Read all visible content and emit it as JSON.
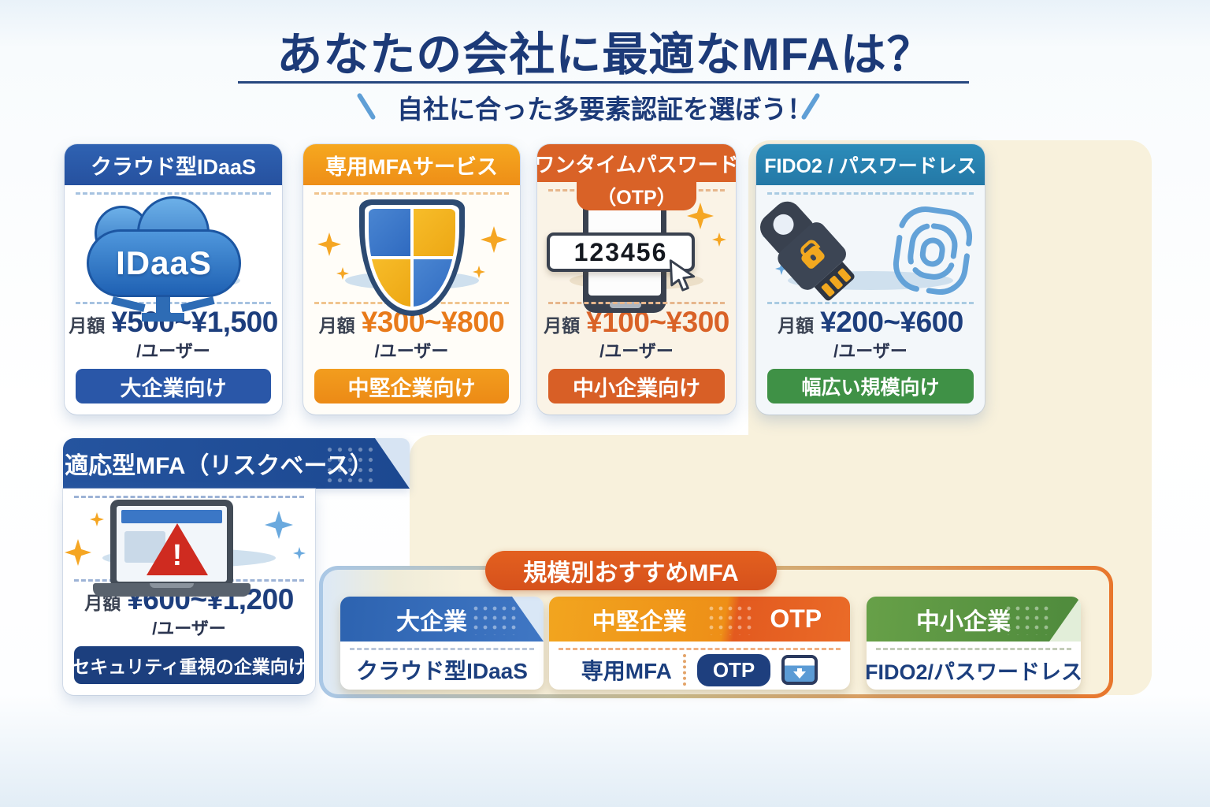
{
  "header": {
    "title": "あなたの会社に最適なMFAは？",
    "subtitle": "自社に合った多要素認証を選ぼう！"
  },
  "labels": {
    "monthly": "月額",
    "per_user": "/ユーザー"
  },
  "cards": [
    {
      "title": "クラウド型IDaaS",
      "icon": "cloud-idaas-icon",
      "icon_label": "IDaaS",
      "price": "¥500~¥1,500",
      "audience": "大企業向け",
      "accent": "#2a57a8"
    },
    {
      "title": "専用MFAサービス",
      "icon": "shield-icon",
      "price": "¥300~¥800",
      "audience": "中堅企業向け",
      "accent": "#f0921c"
    },
    {
      "title": "ワンタイムパスワード",
      "title_line2": "（OTP）",
      "icon": "otp-phone-icon",
      "otp_code": "123456",
      "price": "¥100~¥300",
      "audience": "中小企業向け",
      "accent": "#d96227"
    },
    {
      "title": "FIDO2 / パスワードレス",
      "icon": "security-key-fingerprint-icon",
      "price": "¥200~¥600",
      "audience": "幅広い規模向け",
      "accent": "#2b87b4",
      "audience_accent": "#3f9146"
    },
    {
      "title": "適応型MFA（リスクベース）",
      "icon": "laptop-warning-icon",
      "warning_mark": "!",
      "price": "¥600~¥1,200",
      "audience": "セキュリティ重視の企業向け",
      "accent": "#1e4c97"
    }
  ],
  "recommendation": {
    "badge": "規模別おすすめMFA",
    "items": [
      {
        "segment": "大企業",
        "value": "クラウド型IDaaS",
        "accent": "#2d63b0"
      },
      {
        "segment": "中堅企業",
        "segment_tag": "OTP",
        "value": "専用MFA",
        "value_badge": "OTP",
        "accent": "#f09a1d",
        "tag_accent": "#e3581f"
      },
      {
        "segment": "中小企業",
        "value": "FIDO2/パスワードレス",
        "accent": "#5a9a44"
      }
    ]
  },
  "colors": {
    "title_navy": "#1c3a78",
    "beige_panel": "#f8f1dc",
    "badge_orange": "#d9551f",
    "blue_accent": "#2a57a8",
    "orange_accent": "#f0921c",
    "vermilion_accent": "#d96227",
    "teal_accent": "#2b87b4",
    "green_accent": "#3f9146",
    "navy_accent": "#1e4c97"
  }
}
